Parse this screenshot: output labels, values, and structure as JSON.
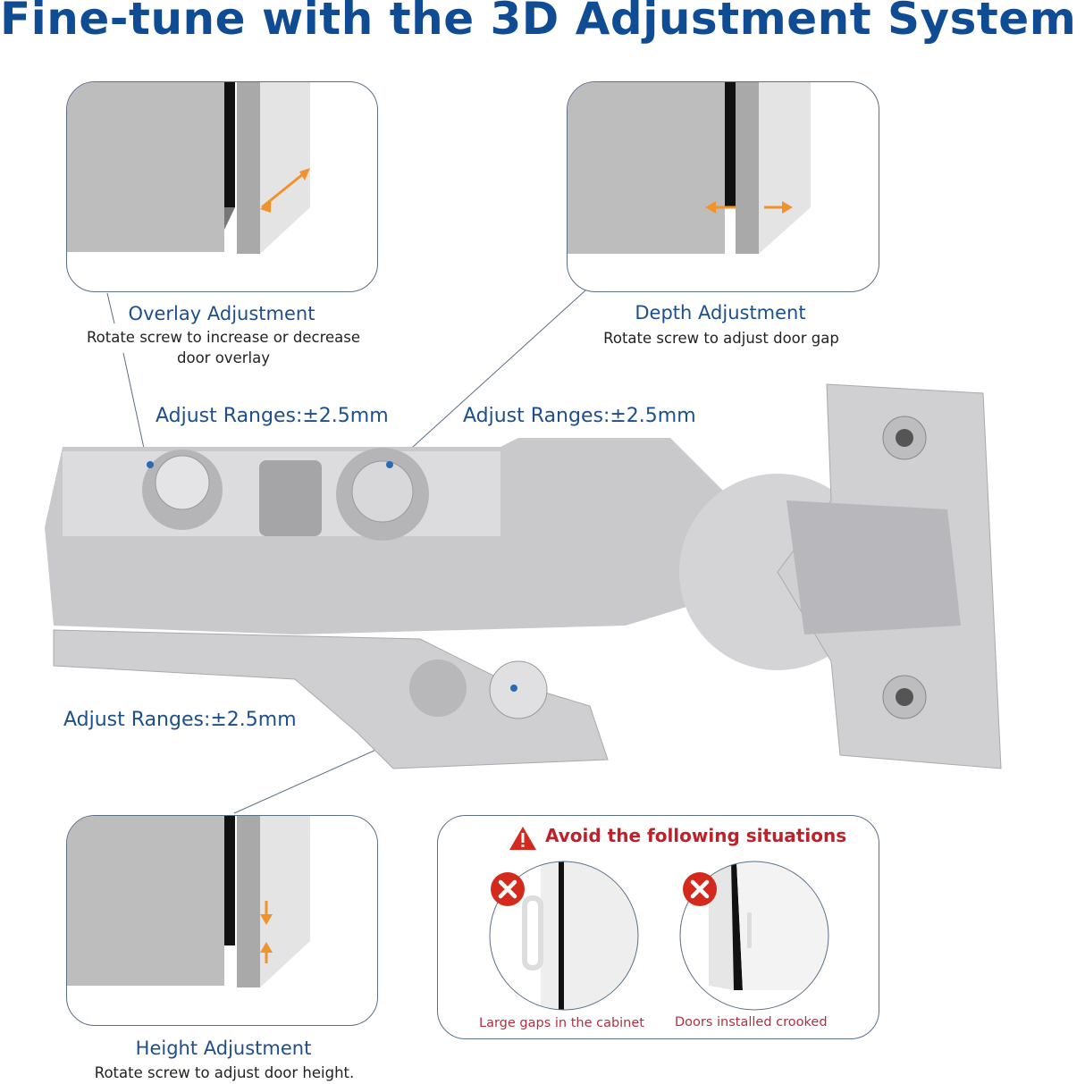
{
  "title": "Fine-tune with the 3D Adjustment System",
  "overlay": {
    "title": "Overlay Adjustment",
    "desc_line1": "Rotate screw to increase or decrease",
    "desc_line2": "door overlay",
    "range": "Adjust Ranges:±2.5mm"
  },
  "depth": {
    "title": "Depth Adjustment",
    "desc": "Rotate screw to adjust door gap",
    "range": "Adjust Ranges:±2.5mm"
  },
  "height": {
    "title": "Height Adjustment",
    "desc": "Rotate screw to adjust door height.",
    "range": "Adjust Ranges:±2.5mm"
  },
  "avoid": {
    "heading": "Avoid the following situations",
    "items": [
      {
        "label": "Large gaps in the cabinet",
        "icon": "x-circle-icon"
      },
      {
        "label": "Doors installed crooked",
        "icon": "x-circle-icon"
      }
    ],
    "icon": "warning-triangle-icon"
  },
  "colors": {
    "title": "#0f4c94",
    "label": "#1d4f8f",
    "warning": "#c0202a",
    "arrow": "#f0922e"
  }
}
